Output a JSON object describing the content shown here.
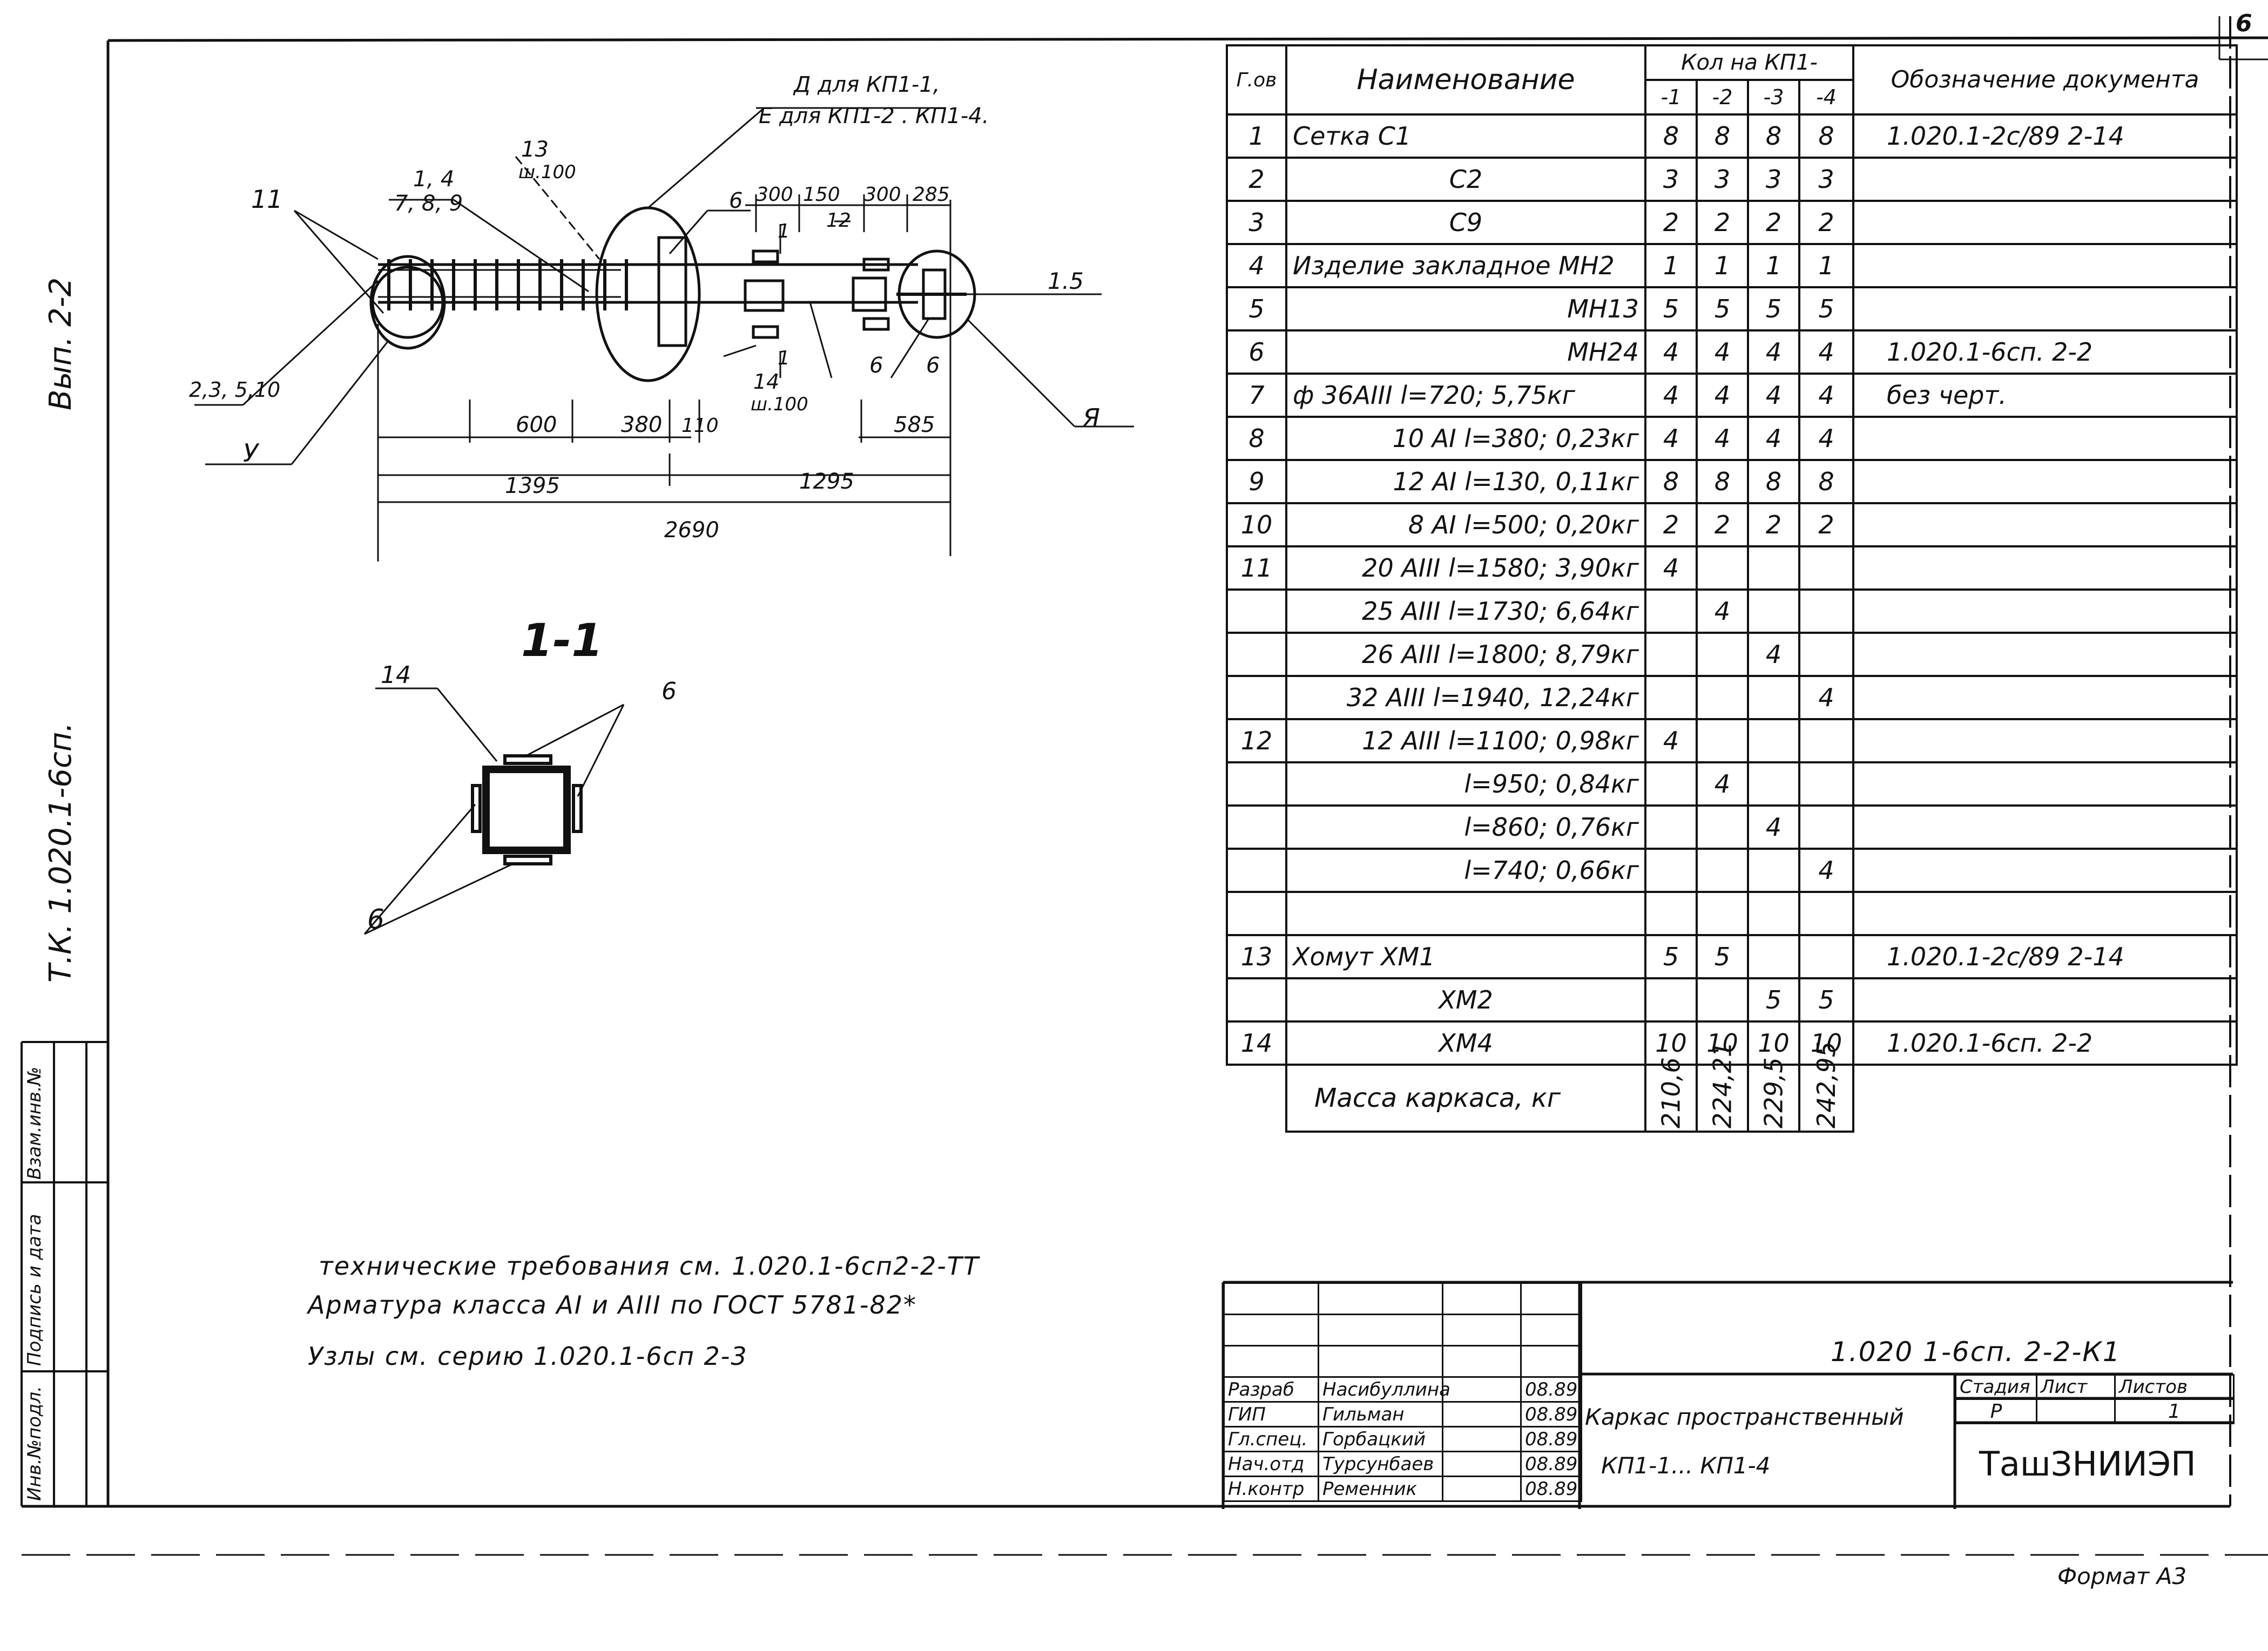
{
  "sheet": {
    "number": "6",
    "format": "Формат А3",
    "side_left_top": "Вып. 2-2",
    "side_left_mid": "Т.К. 1.020.1-6сп.",
    "side_strip_labels": [
      "Инв.№подл.",
      "Подпись и дата",
      "Взам.инв.№"
    ]
  },
  "drawing": {
    "callout_d": "Д для КП1-1,",
    "callout_e": "Е для КП1-2 . КП1-4.",
    "label_11": "11",
    "label_u": "У",
    "label_ya": "Я",
    "label_13": "13",
    "label_sh100": "ш.100",
    "label_1479": "1, 4",
    "label_789": "7, 8, 9",
    "label_2310": "2,3, 5,10",
    "label_6a": "6",
    "label_6b": "6",
    "label_6c": "6",
    "label_12": "12",
    "label_14": "14",
    "label_14b": "ш.100",
    "label_15": "1.5",
    "label_1top": "1",
    "label_1bot": "1",
    "dim_300a": "300",
    "dim_150": "150",
    "dim_300b": "300",
    "dim_285": "285",
    "dim_600": "600",
    "dim_380": "380",
    "dim_110": "110",
    "dim_585": "585",
    "dim_1395": "1395",
    "dim_1295": "1295",
    "dim_2690": "2690",
    "section_title": "1-1",
    "section_14": "14",
    "section_6a": "6",
    "section_6b": "6"
  },
  "notes": [
    "технические требования см. 1.020.1-6сп2-2-ТТ",
    "Арматура класса АI и АIII по ГОСТ 5781-82*",
    "Узлы см. серию 1.020.1-6сп 2-3"
  ],
  "spec": {
    "header": {
      "pos": "Г.ов",
      "name": "Наименование",
      "qty": "Кол на КП1-",
      "q1": "-1",
      "q2": "-2",
      "q3": "-3",
      "q4": "-4",
      "doc": "Обозначение документа"
    },
    "rows": [
      {
        "pos": "1",
        "name": "Сетка   С1",
        "q1": "8",
        "q2": "8",
        "q3": "8",
        "q4": "8",
        "doc": "1.020.1-2с/89 2-14",
        "nameAlign": "l"
      },
      {
        "pos": "2",
        "name": "С2",
        "q1": "3",
        "q2": "3",
        "q3": "3",
        "q4": "3",
        "doc": "",
        "nameAlign": "c"
      },
      {
        "pos": "3",
        "name": "С9",
        "q1": "2",
        "q2": "2",
        "q3": "2",
        "q4": "2",
        "doc": "",
        "nameAlign": "c"
      },
      {
        "pos": "4",
        "name": "Изделие закладное МН2",
        "q1": "1",
        "q2": "1",
        "q3": "1",
        "q4": "1",
        "doc": "",
        "nameAlign": "l"
      },
      {
        "pos": "5",
        "name": "МН13",
        "q1": "5",
        "q2": "5",
        "q3": "5",
        "q4": "5",
        "doc": "",
        "nameAlign": "r"
      },
      {
        "pos": "6",
        "name": "МН24",
        "q1": "4",
        "q2": "4",
        "q3": "4",
        "q4": "4",
        "doc": "1.020.1-6сп. 2-2",
        "nameAlign": "r"
      },
      {
        "pos": "7",
        "name": "ф 36АIII l=720; 5,75кг",
        "q1": "4",
        "q2": "4",
        "q3": "4",
        "q4": "4",
        "doc": "без черт.",
        "nameAlign": "l"
      },
      {
        "pos": "8",
        "name": "10 АI l=380; 0,23кг",
        "q1": "4",
        "q2": "4",
        "q3": "4",
        "q4": "4",
        "doc": "",
        "nameAlign": "r"
      },
      {
        "pos": "9",
        "name": "12 АI l=130, 0,11кг",
        "q1": "8",
        "q2": "8",
        "q3": "8",
        "q4": "8",
        "doc": "",
        "nameAlign": "r"
      },
      {
        "pos": "10",
        "name": "8 АI l=500; 0,20кг",
        "q1": "2",
        "q2": "2",
        "q3": "2",
        "q4": "2",
        "doc": "",
        "nameAlign": "r"
      },
      {
        "pos": "11",
        "name": "20 АIII l=1580; 3,90кг",
        "q1": "4",
        "q2": "",
        "q3": "",
        "q4": "",
        "doc": "",
        "nameAlign": "r"
      },
      {
        "pos": "",
        "name": "25 АIII l=1730; 6,64кг",
        "q1": "",
        "q2": "4",
        "q3": "",
        "q4": "",
        "doc": "",
        "nameAlign": "r"
      },
      {
        "pos": "",
        "name": "26 АIII l=1800; 8,79кг",
        "q1": "",
        "q2": "",
        "q3": "4",
        "q4": "",
        "doc": "",
        "nameAlign": "r"
      },
      {
        "pos": "",
        "name": "32 АIII l=1940, 12,24кг",
        "q1": "",
        "q2": "",
        "q3": "",
        "q4": "4",
        "doc": "",
        "nameAlign": "r"
      },
      {
        "pos": "12",
        "name": "12 АIII l=1100; 0,98кг",
        "q1": "4",
        "q2": "",
        "q3": "",
        "q4": "",
        "doc": "",
        "nameAlign": "r"
      },
      {
        "pos": "",
        "name": "l=950; 0,84кг",
        "q1": "",
        "q2": "4",
        "q3": "",
        "q4": "",
        "doc": "",
        "nameAlign": "r"
      },
      {
        "pos": "",
        "name": "l=860; 0,76кг",
        "q1": "",
        "q2": "",
        "q3": "4",
        "q4": "",
        "doc": "",
        "nameAlign": "r"
      },
      {
        "pos": "",
        "name": "l=740; 0,66кг",
        "q1": "",
        "q2": "",
        "q3": "",
        "q4": "4",
        "doc": "",
        "nameAlign": "r"
      },
      {
        "pos": "",
        "name": "",
        "q1": "",
        "q2": "",
        "q3": "",
        "q4": "",
        "doc": "",
        "nameAlign": "l"
      },
      {
        "pos": "13",
        "name": "Хомут   ХМ1",
        "q1": "5",
        "q2": "5",
        "q3": "",
        "q4": "",
        "doc": "1.020.1-2с/89 2-14",
        "nameAlign": "l"
      },
      {
        "pos": "",
        "name": "ХМ2",
        "q1": "",
        "q2": "",
        "q3": "5",
        "q4": "5",
        "doc": "",
        "nameAlign": "c"
      },
      {
        "pos": "14",
        "name": "ХМ4",
        "q1": "10",
        "q2": "10",
        "q3": "10",
        "q4": "10",
        "doc": "1.020.1-6сп. 2-2",
        "nameAlign": "c"
      }
    ],
    "mass_label": "Масса каркаса, кг",
    "mass": [
      "210,6",
      "224,21",
      "229,5",
      "242,95"
    ]
  },
  "title_block": {
    "code": "1.020 1-6сп. 2-2-К1",
    "name_line1": "Каркас пространственный",
    "name_line2": "КП1-1... КП1-4",
    "stage_h": "Стадия",
    "sheet_h": "Лист",
    "sheets_h": "Листов",
    "stage": "Р",
    "sheet": "",
    "sheets": "1",
    "org": "ТашЗНИИЭП",
    "people": [
      {
        "role": "Разраб",
        "name": "Насибуллина",
        "date": "08.89"
      },
      {
        "role": "ГИП",
        "name": "Гильман",
        "date": "08.89"
      },
      {
        "role": "Гл.спец.",
        "name": "Горбацкий",
        "date": "08.89"
      },
      {
        "role": "Нач.отд",
        "name": "Турсунбаев",
        "date": "08.89"
      },
      {
        "role": "Н.контр",
        "name": "Ременник",
        "date": "08.89"
      }
    ]
  }
}
